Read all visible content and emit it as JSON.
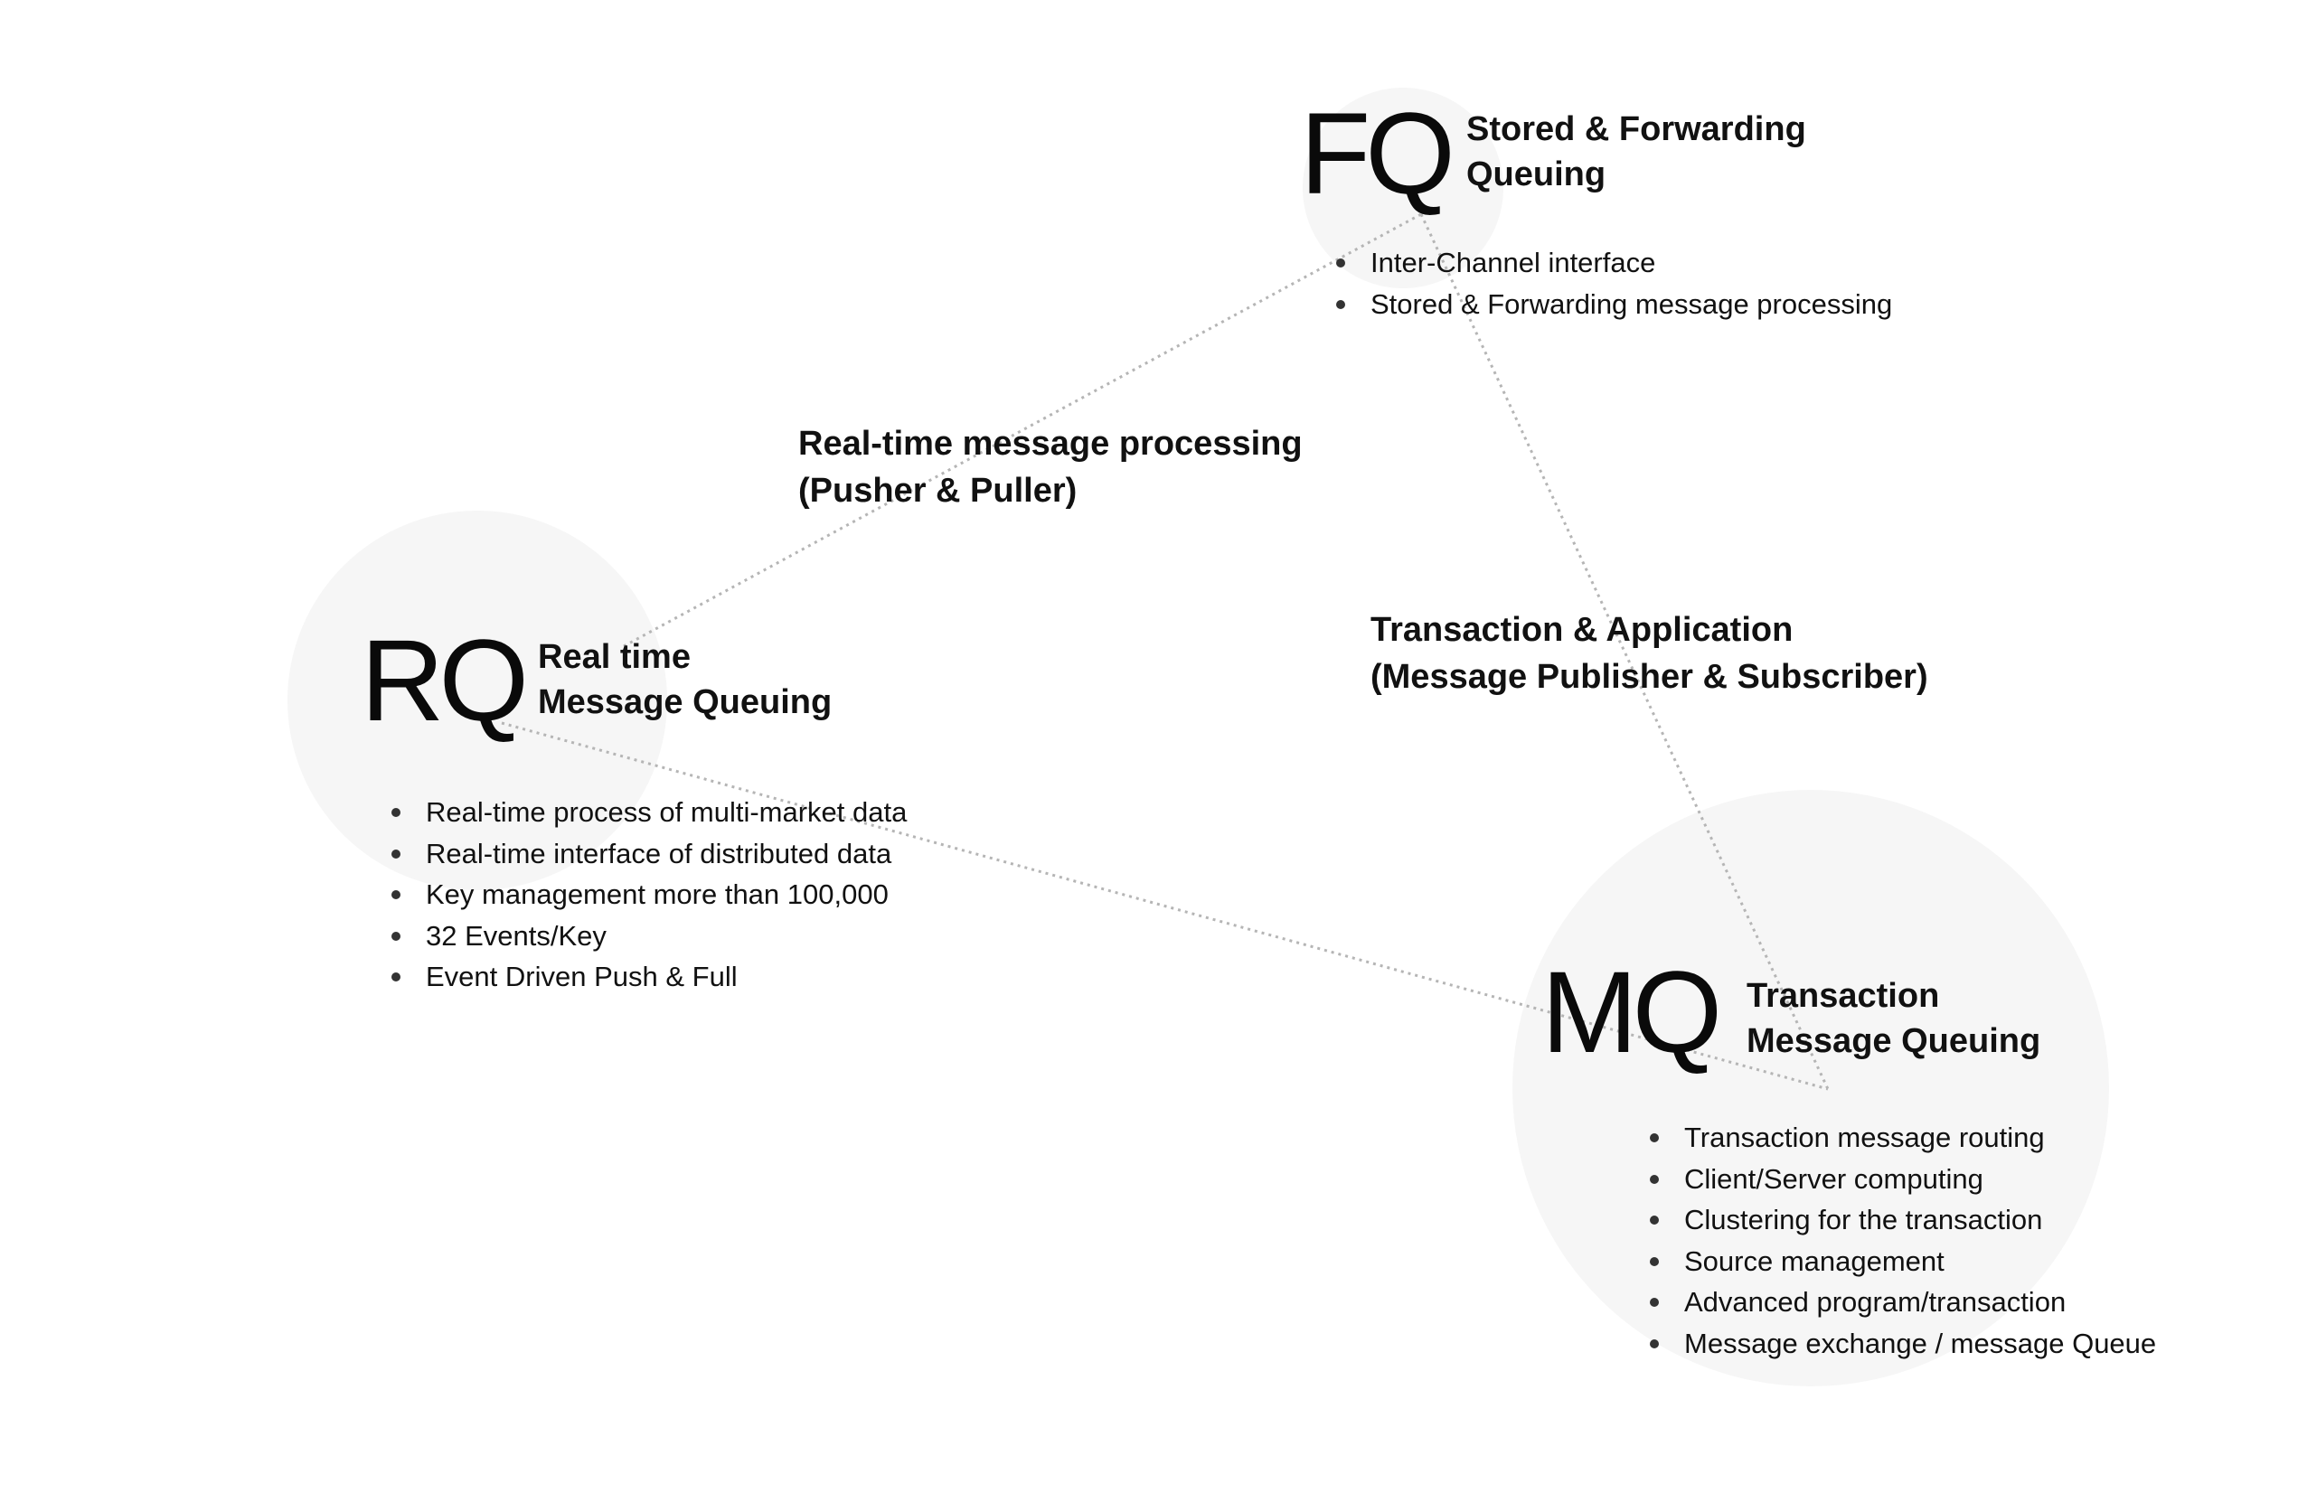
{
  "colors": {
    "circle_fill": "#f6f6f6",
    "link_stroke": "#b5b5b5",
    "text": "#111111",
    "bullet": "#333333"
  },
  "nodes": {
    "fq": {
      "abbr": "FQ",
      "title_line1": "Stored & Forwarding",
      "title_line2": "Queuing",
      "items": [
        "Inter-Channel interface",
        "Stored & Forwarding message processing"
      ]
    },
    "rq": {
      "abbr": "RQ",
      "title_line1": "Real time",
      "title_line2": "Message Queuing",
      "items": [
        "Real-time process of multi-market data",
        "Real-time interface of distributed data",
        "Key management more than 100,000",
        "32 Events/Key",
        "Event Driven Push & Full"
      ]
    },
    "mq": {
      "abbr": "MQ",
      "title_line1": "Transaction",
      "title_line2": "Message Queuing",
      "items": [
        "Transaction message routing",
        "Client/Server computing",
        "Clustering for the transaction",
        "Source management",
        "Advanced program/transaction",
        "Message exchange / message Queue"
      ]
    }
  },
  "edges": {
    "rq_fq": {
      "line1": "Real-time message processing",
      "line2": "(Pusher & Puller)"
    },
    "fq_mq": {
      "line1": "Transaction & Application",
      "line2": "(Message Publisher & Subscriber)"
    }
  }
}
